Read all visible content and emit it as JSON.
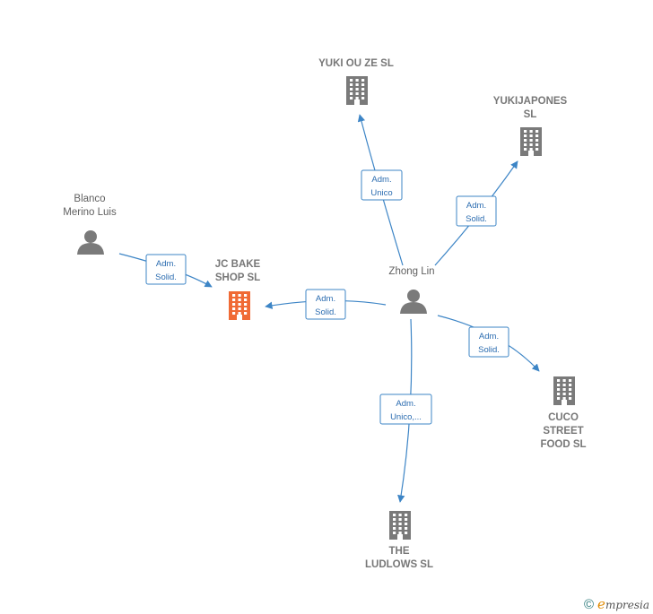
{
  "nodes": [
    {
      "id": "yuki_ou_ze",
      "kind": "company",
      "lines": [
        "YUKI OU ZE  SL"
      ],
      "highlight": false
    },
    {
      "id": "yukijapones",
      "kind": "company",
      "lines": [
        "YUKIJAPONES",
        "SL"
      ],
      "highlight": false
    },
    {
      "id": "blanco",
      "kind": "person",
      "lines": [
        "Blanco",
        "Merino Luis"
      ],
      "highlight": false
    },
    {
      "id": "jc_bake",
      "kind": "company",
      "lines": [
        "JC BAKE",
        "SHOP  SL"
      ],
      "highlight": true
    },
    {
      "id": "zhong_lin",
      "kind": "person",
      "lines": [
        "Zhong Lin"
      ],
      "highlight": false
    },
    {
      "id": "cuco",
      "kind": "company",
      "lines": [
        "CUCO",
        "STREET",
        "FOOD  SL"
      ],
      "highlight": false
    },
    {
      "id": "ludlows",
      "kind": "company",
      "lines": [
        "THE",
        "LUDLOWS  SL"
      ],
      "highlight": false
    }
  ],
  "edges": [
    {
      "from": "zhong_lin",
      "to": "yuki_ou_ze",
      "lines": [
        "Adm.",
        "Unico"
      ]
    },
    {
      "from": "zhong_lin",
      "to": "yukijapones",
      "lines": [
        "Adm.",
        "Solid."
      ]
    },
    {
      "from": "blanco",
      "to": "jc_bake",
      "lines": [
        "Adm.",
        "Solid."
      ]
    },
    {
      "from": "zhong_lin",
      "to": "jc_bake",
      "lines": [
        "Adm.",
        "Solid."
      ]
    },
    {
      "from": "zhong_lin",
      "to": "cuco",
      "lines": [
        "Adm.",
        "Solid."
      ]
    },
    {
      "from": "zhong_lin",
      "to": "ludlows",
      "lines": [
        "Adm.",
        "Unico,..."
      ]
    }
  ],
  "colors": {
    "edge": "#3d85c6",
    "icon_default": "#7a7a7a",
    "icon_highlight": "#f06a35"
  },
  "footer": {
    "copyright": "©",
    "brand_initial": "e",
    "brand_rest": "mpresia"
  }
}
